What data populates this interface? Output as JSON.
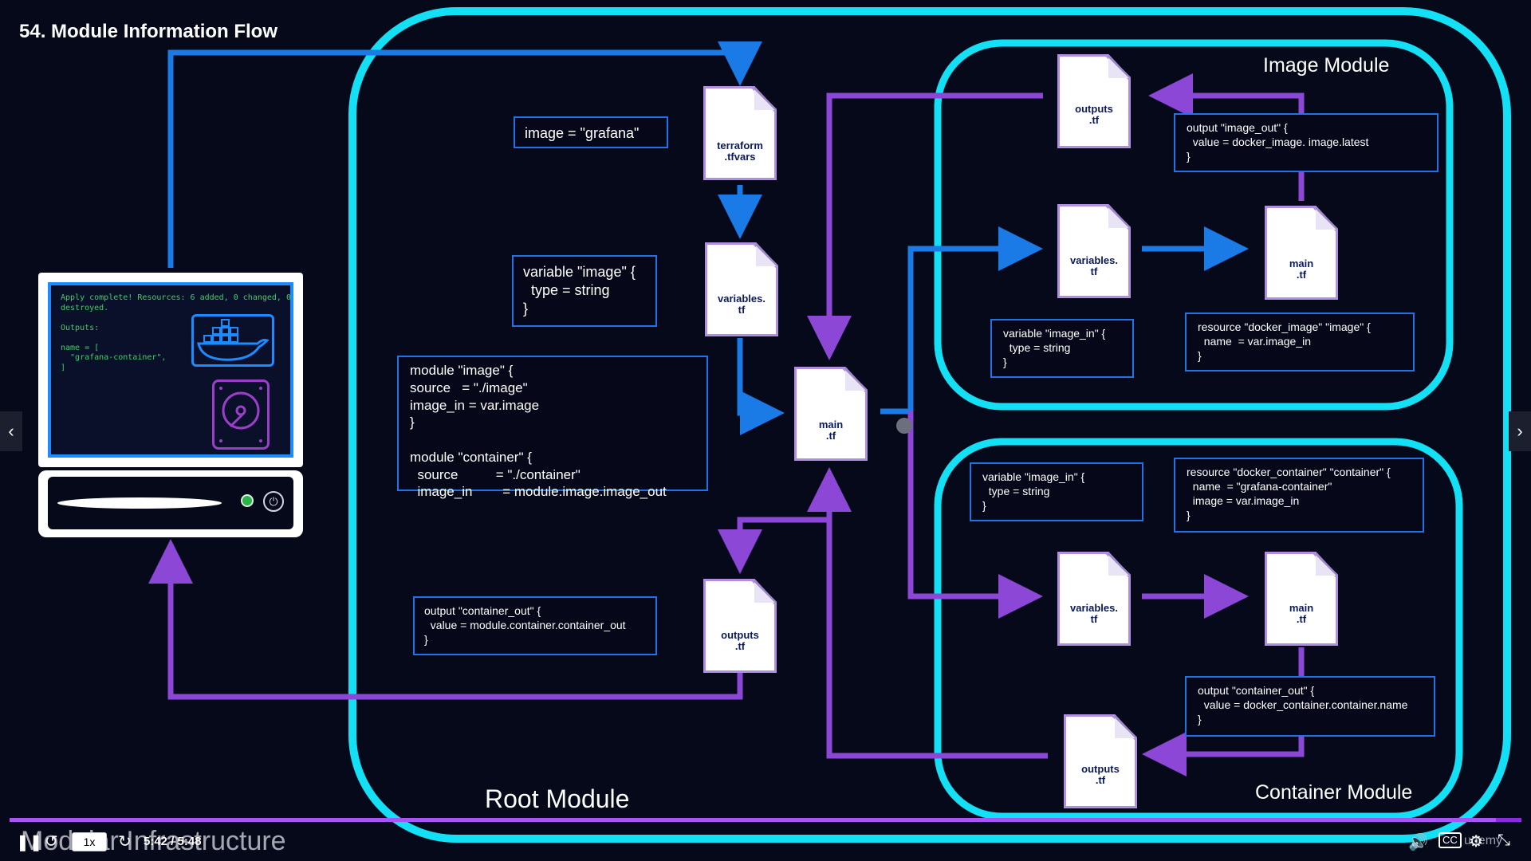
{
  "header": {
    "title": "54. Module Information Flow"
  },
  "regions": {
    "root_label": "Root Module",
    "image_label": "Image Module",
    "container_label": "Container Module"
  },
  "computer": {
    "console": "Apply complete! Resources: 6 added, 0 changed, 0\ndestroyed.\n\nOutputs:\n\nname = [\n  \"grafana-container\",\n]",
    "docker_icon": "docker-whale-icon",
    "disk_icon": "hard-disk-icon"
  },
  "files": {
    "tfvars": "terraform\n.tfvars",
    "root_variables": "variables.\ntf",
    "root_main": "main\n.tf",
    "root_outputs": "outputs\n.tf",
    "image_outputs": "outputs\n.tf",
    "image_variables": "variables.\ntf",
    "image_main": "main\n.tf",
    "container_variables": "variables.\ntf",
    "container_main": "main\n.tf",
    "container_outputs": "outputs\n.tf"
  },
  "code": {
    "tfvars_value": "image = \"grafana\"",
    "root_variable": "variable \"image\" {\n  type = string\n}",
    "root_modules": "module \"image\" {\nsource   = \"./image\"\nimage_in = var.image\n}\n\nmodule \"container\" {\n  source          = \"./container\"\n  image_in        = module.image.image_out",
    "root_output": "output \"container_out\" {\n  value = module.container.container_out\n}",
    "image_output": "output \"image_out\" {\n  value = docker_image. image.latest\n}",
    "image_variable": "variable \"image_in\" {\n  type = string\n}",
    "image_resource": "resource \"docker_image\" \"image\" {\n  name  = var.image_in\n}",
    "container_variable": "variable \"image_in\" {\n  type = string\n}",
    "container_resource": "resource \"docker_container\" \"container\" {\n  name  = \"grafana-container\"\n  image = var.image_in\n}",
    "container_output": "output \"container_out\" {\n  value = docker_container.container.name\n}"
  },
  "player": {
    "course_title": "Modular Infrastructure",
    "speed": "1x",
    "time": "5:42 / 5:48",
    "progress_fraction": 0.983,
    "watermark": "udemy",
    "icons": [
      "pause-icon",
      "rewind-icon",
      "forward-icon",
      "volume-icon",
      "captions-icon",
      "settings-icon",
      "fullscreen-icon"
    ]
  },
  "colors": {
    "background": "#05091a",
    "cyan": "#13e0f5",
    "blue_arrow": "#1a7be6",
    "purple_arrow": "#8d47d6",
    "code_border": "#1e73e6"
  }
}
